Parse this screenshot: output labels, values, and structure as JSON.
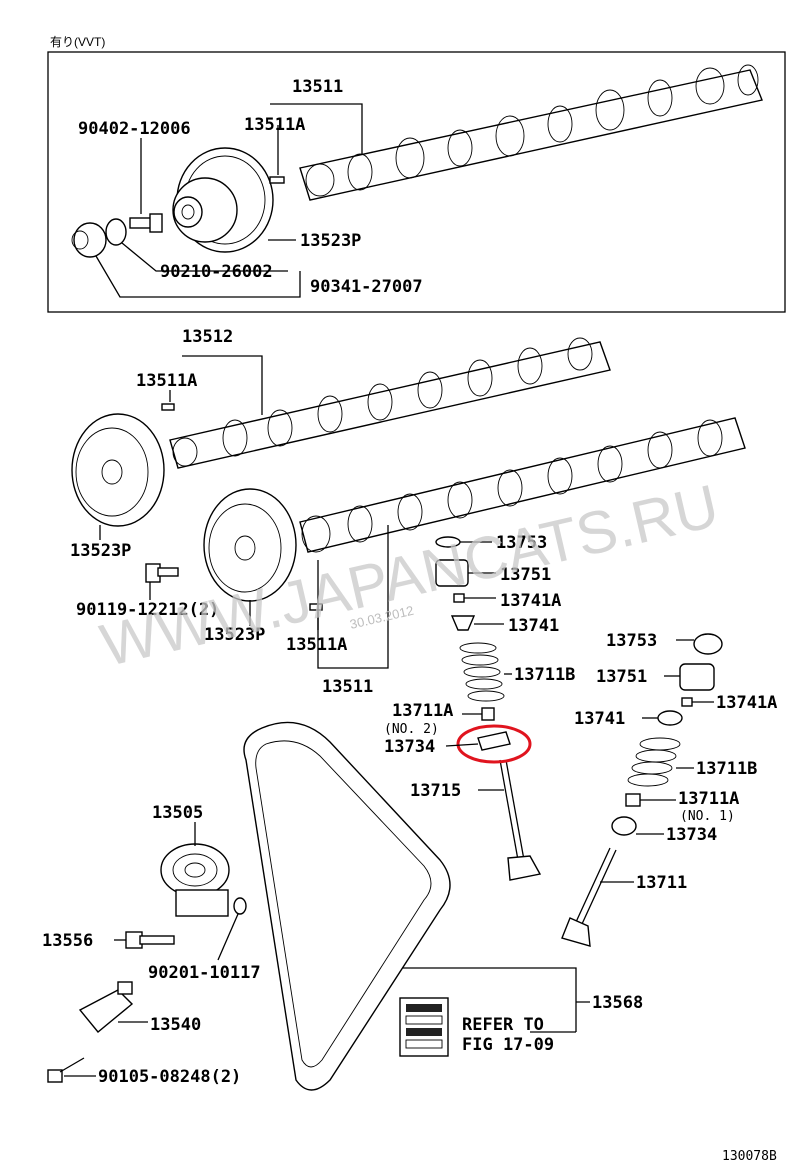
{
  "header_note": "有り(VVT)",
  "figure_id": "130078B",
  "watermark": "WWW.JAPANCATS.RU",
  "watermark_date": "30.03.2012",
  "labels": {
    "p13511_top": "13511",
    "p13511a_top": "13511A",
    "p90402": "90402-12006",
    "p13523p_top": "13523P",
    "p90210": "90210-26002",
    "p90341": "90341-27007",
    "p13512": "13512",
    "p13511a_mid": "13511A",
    "p13523p_left": "13523P",
    "p90119": "90119-12212(2)",
    "p13523p_mid": "13523P",
    "p13511a_bot": "13511A",
    "p13511_bot": "13511",
    "p13753_a": "13753",
    "p13751_a": "13751",
    "p13741a_a": "13741A",
    "p13741_a": "13741",
    "p13711b_a": "13711B",
    "p13711a_a": "13711A",
    "p13711a_a_no": "(NO. 2)",
    "p13734_a": "13734",
    "p13715": "13715",
    "p13753_b": "13753",
    "p13751_b": "13751",
    "p13741a_b": "13741A",
    "p13741_b": "13741",
    "p13711b_b": "13711B",
    "p13711a_b": "13711A",
    "p13711a_b_no": "(NO. 1)",
    "p13734_b": "13734",
    "p13711": "13711",
    "p13505": "13505",
    "p13556": "13556",
    "p90201": "90201-10117",
    "p13540": "13540",
    "p90105": "90105-08248(2)",
    "p13568": "13568",
    "refer_line1": "REFER TO",
    "refer_line2": "FIG 17-09"
  },
  "highlight_color": "#e0141e"
}
